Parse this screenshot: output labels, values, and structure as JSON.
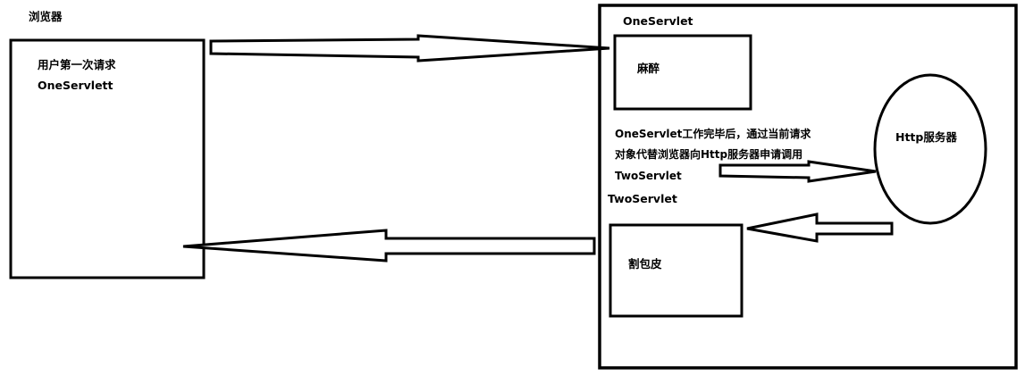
{
  "diagram": {
    "browser_title": "浏览器",
    "browser_request_line1": "用户第一次请求",
    "browser_request_line2": "OneServlett",
    "server_title": "OneServlet",
    "one_task": "麻醉",
    "note_line1": "OneServlet工作完毕后，通过当前请求",
    "note_line2": "对象代替浏览器向Http服务器申请调用",
    "note_line3": "TwoServlet",
    "two_title": "TwoServlet",
    "two_task": "割包皮",
    "http_server": "Http服务器"
  }
}
